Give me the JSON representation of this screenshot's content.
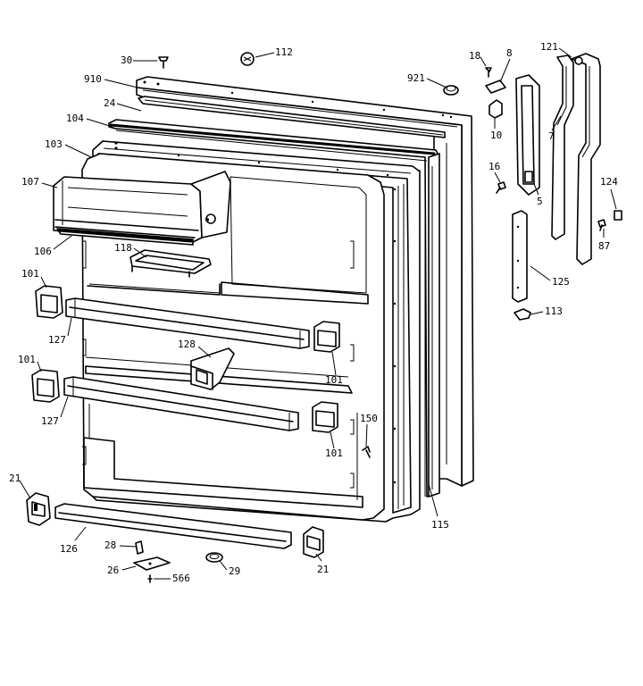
{
  "callouts": [
    {
      "id": "c-30",
      "text": "30",
      "px": "135",
      "py": "62"
    },
    {
      "id": "c-112",
      "text": "112",
      "px": "308",
      "py": "53"
    },
    {
      "id": "c-910",
      "text": "910",
      "px": "94",
      "py": "83"
    },
    {
      "id": "c-24",
      "text": "24",
      "px": "116",
      "py": "110"
    },
    {
      "id": "c-104",
      "text": "104",
      "px": "74",
      "py": "127"
    },
    {
      "id": "c-103",
      "text": "103",
      "px": "50",
      "py": "156"
    },
    {
      "id": "c-107",
      "text": "107",
      "px": "24",
      "py": "198"
    },
    {
      "id": "c-106",
      "text": "106",
      "px": "38",
      "py": "276"
    },
    {
      "id": "c-118",
      "text": "118",
      "px": "128",
      "py": "272"
    },
    {
      "id": "c-101a",
      "text": "101",
      "px": "24",
      "py": "301"
    },
    {
      "id": "c-127a",
      "text": "127",
      "px": "54",
      "py": "375"
    },
    {
      "id": "c-128",
      "text": "128",
      "px": "199",
      "py": "380"
    },
    {
      "id": "c-101b",
      "text": "101",
      "px": "20",
      "py": "397"
    },
    {
      "id": "c-101c",
      "text": "101",
      "px": "364",
      "py": "420"
    },
    {
      "id": "c-127b",
      "text": "127",
      "px": "46",
      "py": "466"
    },
    {
      "id": "c-150",
      "text": "150",
      "px": "403",
      "py": "463"
    },
    {
      "id": "c-101d",
      "text": "101",
      "px": "364",
      "py": "502"
    },
    {
      "id": "c-21a",
      "text": "21",
      "px": "10",
      "py": "530"
    },
    {
      "id": "c-115",
      "text": "115",
      "px": "483",
      "py": "582"
    },
    {
      "id": "c-126",
      "text": "126",
      "px": "67",
      "py": "609"
    },
    {
      "id": "c-28",
      "text": "28",
      "px": "117",
      "py": "605"
    },
    {
      "id": "c-26",
      "text": "26",
      "px": "120",
      "py": "633"
    },
    {
      "id": "c-29",
      "text": "29",
      "px": "256",
      "py": "634"
    },
    {
      "id": "c-21b",
      "text": "21",
      "px": "355",
      "py": "632"
    },
    {
      "id": "c-566",
      "text": "566",
      "px": "193",
      "py": "642"
    },
    {
      "id": "c-921",
      "text": "921",
      "px": "456",
      "py": "82"
    },
    {
      "id": "c-18",
      "text": "18",
      "px": "525",
      "py": "57"
    },
    {
      "id": "c-8",
      "text": "8",
      "px": "567",
      "py": "54"
    },
    {
      "id": "c-121",
      "text": "121",
      "px": "605",
      "py": "47"
    },
    {
      "id": "c-10",
      "text": "10",
      "px": "549",
      "py": "146"
    },
    {
      "id": "c-7",
      "text": "7",
      "px": "614",
      "py": "147"
    },
    {
      "id": "c-16",
      "text": "16",
      "px": "547",
      "py": "181"
    },
    {
      "id": "c-124",
      "text": "124",
      "px": "672",
      "py": "198"
    },
    {
      "id": "c-5",
      "text": "5",
      "px": "601",
      "py": "220"
    },
    {
      "id": "c-87",
      "text": "87",
      "px": "670",
      "py": "270"
    },
    {
      "id": "c-125",
      "text": "125",
      "px": "618",
      "py": "310"
    },
    {
      "id": "c-113",
      "text": "113",
      "px": "610",
      "py": "343"
    }
  ]
}
